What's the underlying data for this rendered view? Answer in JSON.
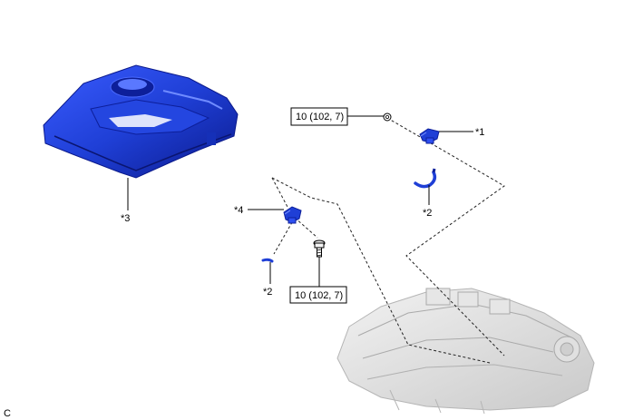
{
  "callouts": {
    "part1": "*1",
    "part2_upper": "*2",
    "part2_lower": "*2",
    "part3": "*3",
    "part4": "*4"
  },
  "torque": {
    "upper": "10 (102, 7)",
    "lower": "10 (102, 7)"
  },
  "figure_code": "C",
  "colors": {
    "part_blue": "#1f3fd6",
    "part_blue_dark": "#0d1f9a",
    "engine_gray": "#d9d9d9"
  }
}
